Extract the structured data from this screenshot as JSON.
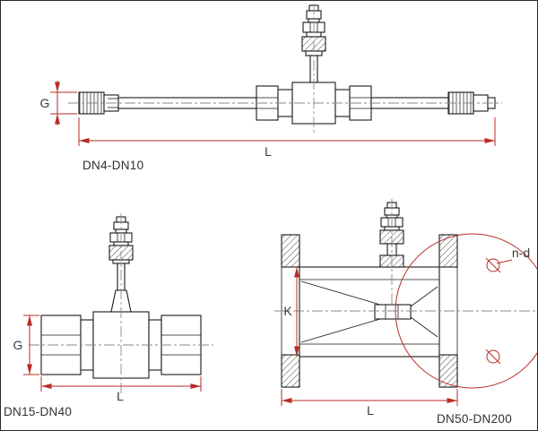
{
  "page": {
    "background": "#ffffff",
    "border_color": "#2a2a2a"
  },
  "colors": {
    "outline": "#1a1a1a",
    "dimension": "#b92b27",
    "centerline": "#8a8a8a",
    "label_text": "#303030"
  },
  "drawings": {
    "small_bore": {
      "range_label": "DN4-DN10",
      "thread_dim": "G",
      "length_dim": "L"
    },
    "medium_bore": {
      "range_label": "DN15-DN40",
      "thread_dim": "G",
      "length_dim": "L"
    },
    "large_bore": {
      "range_label": "DN50-DN200",
      "bolt_circle_dim": "K",
      "length_dim": "L",
      "bolt_holes_dim": "n-d"
    }
  }
}
